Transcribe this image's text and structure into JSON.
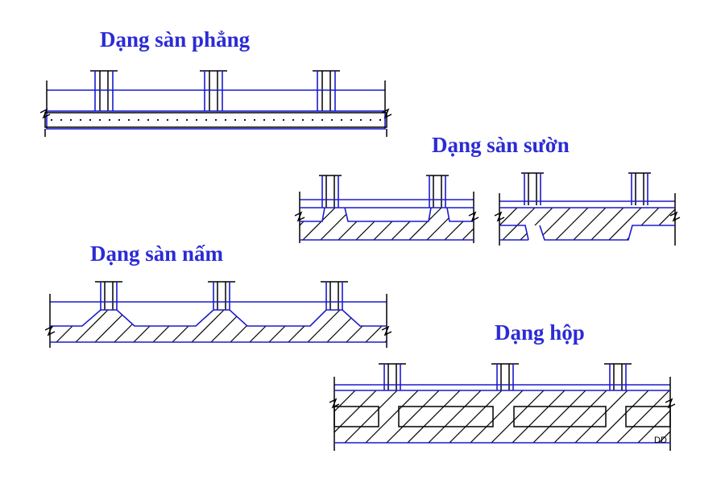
{
  "titles": {
    "flat_slab": "Dạng sàn phẳng",
    "ribbed_slab": "Dạng sàn sườn",
    "mushroom_slab": "Dạng sàn nấm",
    "box_slab": "Dạng hộp"
  },
  "watermark": "DD",
  "colors": {
    "title": "#2b2bd6",
    "outline": "#1a1ad0",
    "line": "#000000",
    "background": "#ffffff"
  }
}
